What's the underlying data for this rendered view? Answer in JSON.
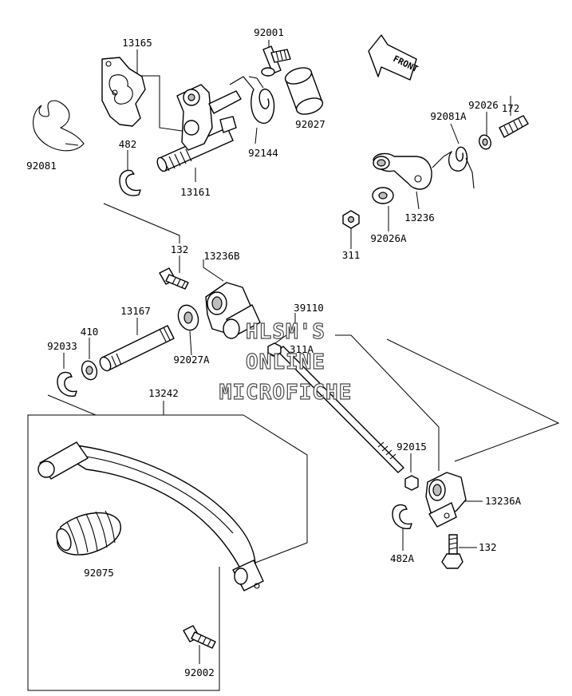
{
  "labels": {
    "l_92001": "92001",
    "l_13165": "13165",
    "l_92081": "92081",
    "l_482": "482",
    "l_92144": "92144",
    "l_92027": "92027",
    "l_13161": "13161",
    "l_172": "172",
    "l_92026": "92026",
    "l_92081A": "92081A",
    "l_13236": "13236",
    "l_92026A": "92026A",
    "l_311": "311",
    "l_132_top": "132",
    "l_13236B": "13236B",
    "l_13167": "13167",
    "l_410": "410",
    "l_92033": "92033",
    "l_92027A": "92027A",
    "l_39110": "39110",
    "l_311A": "311A",
    "l_13242": "13242",
    "l_92015": "92015",
    "l_13236A": "13236A",
    "l_482A": "482A",
    "l_132_bot": "132",
    "l_92075": "92075",
    "l_92002": "92002"
  },
  "front_arrow": "FRONT",
  "watermark": {
    "line1": "HLSM'S",
    "line2": "ONLINE",
    "line3": "MICROFICHE"
  }
}
